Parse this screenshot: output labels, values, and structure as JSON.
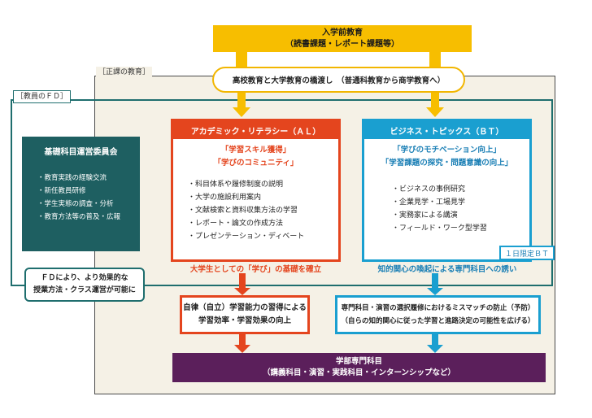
{
  "pre_education": {
    "title": "入学前教育",
    "subtitle": "（読書課題・レポート課題等）"
  },
  "main_tag": "［正課の教育］",
  "fd_tag": "［教員のＦＤ］",
  "bridge": "高校教育と大学教育の橋渡し　（普通科教育から商学教育へ）",
  "committee": {
    "title": "基礎科目運営委員会",
    "items": [
      "教育実践の経験交流",
      "新任教員研修",
      "学生実態の調査・分析",
      "教育方法等の普及・広報"
    ]
  },
  "al": {
    "title": "アカデミック・リテラシー（ＡＬ）",
    "sub1": "「学習スキル獲得」",
    "sub2": "「学びのコミュニティ」",
    "items": [
      "科目体系や履修制度の説明",
      "大学の施設利用案内",
      "文献検索と資料収集方法の学習",
      "レポート・論文の作成方法",
      "プレゼンテーション・ディベート"
    ],
    "caption": "大学生としての「学び」の基礎を確立"
  },
  "bt": {
    "title": "ビジネス・トピックス（ＢＴ）",
    "sub1": "「学びのモチベーション向上」",
    "sub2": "「学習課題の探究・問題意識の向上」",
    "items": [
      "ビジネスの事例研究",
      "企業見学・工場見学",
      "実務家による講演",
      "フィールド・ワーク型学習"
    ],
    "caption": "知的関心の喚起による専門科目への誘い",
    "oneday": "１日限定ＢＴ"
  },
  "fd_note": {
    "line1": "ＦＤにより、より効果的な",
    "line2": "授業方法・クラス運営が可能に"
  },
  "ability_al": {
    "line1": "自律（自立）学習能力の習得による",
    "line2": "学習効率・学習効果の向上"
  },
  "ability_bt": {
    "line1": "専門科目・演習の選択履修におけるミスマッチの防止（予防）",
    "line2": "（自らの知的関心に従った学習と進路決定の可能性を広げる）"
  },
  "faculty": {
    "title": "学部専門科目",
    "subtitle": "（講義科目・演習・実践科目・インターンシップなど）"
  },
  "colors": {
    "al": "#e4451e",
    "bt": "#1a9fd0",
    "pre": "#f7be00",
    "fd": "#1f6e6e",
    "faculty": "#5b1f5b"
  }
}
